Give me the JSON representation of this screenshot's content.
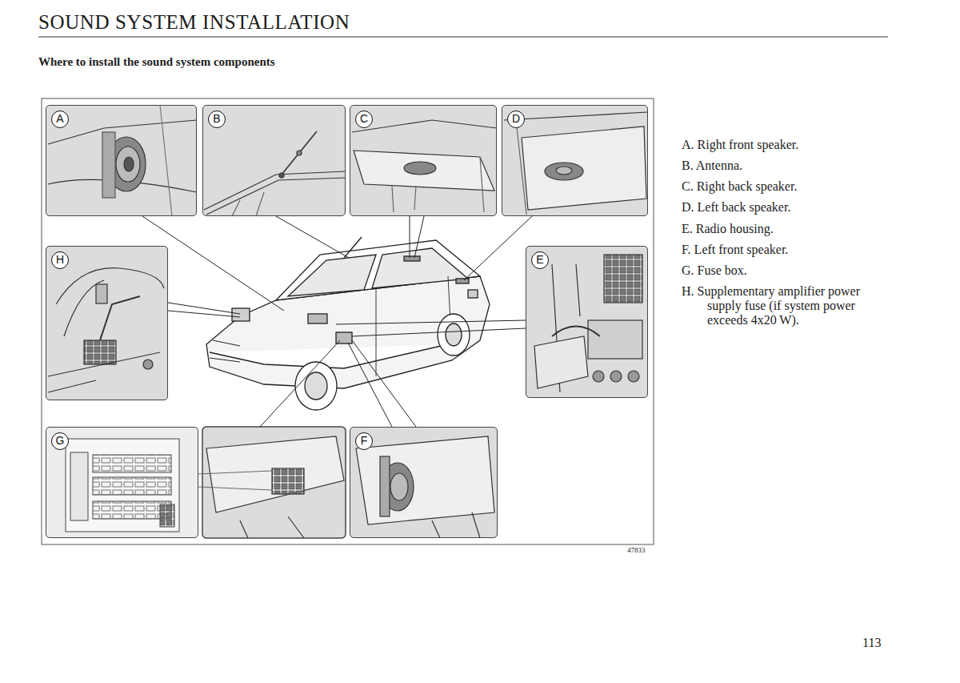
{
  "diagram": {
    "title": "SOUND SYSTEM INSTALLATION",
    "nodes": [
      {
        "text": [
          "A"
        ]
      },
      {
        "text": [
          "B"
        ]
      },
      {
        "text": [
          "C"
        ]
      },
      {
        "text": [
          "D"
        ]
      },
      {
        "text": [
          "H"
        ]
      },
      {
        "text": [
          "E"
        ]
      },
      {
        "text": [
          "G"
        ]
      },
      {
        "text": [
          "F"
        ]
      }
    ],
    "labels": [
      "Where to install the sound system components",
      "A. Right front speaker.",
      "B. Antenna.",
      "C. Right back speaker.",
      "D. Left back speaker.",
      "E. Radio housing.",
      "F. Left front speaker.",
      "G. Fuse box.",
      "H. Supplementary amplifier power supply fuse (if system power exceeds 4x20 W).",
      "47833",
      "113"
    ]
  }
}
